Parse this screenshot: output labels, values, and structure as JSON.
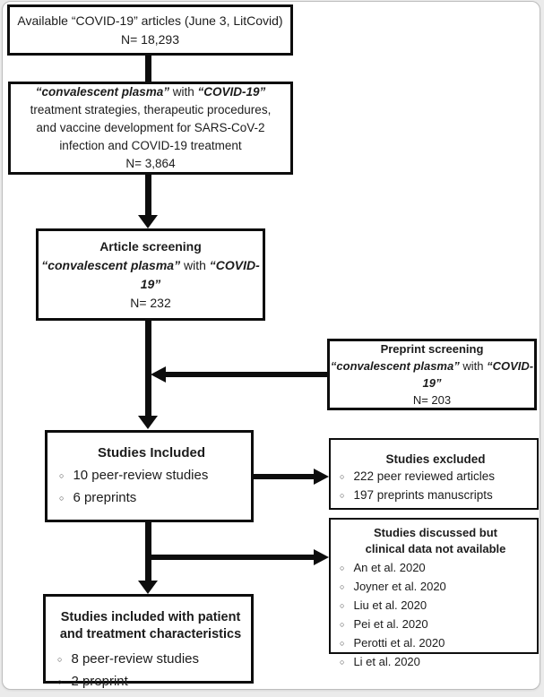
{
  "figure": {
    "type": "flow-diagram",
    "topic": "COVID-19 convalescent plasma study selection"
  },
  "bullet": "○",
  "colors": {
    "box_border": "#0d0d0d",
    "arrow": "#0d0d0d",
    "card_border": "#bdbdbd",
    "page_background": "#ebebeb",
    "text": "#1c1c1c"
  },
  "boxes": {
    "available": {
      "line1": "Available “COVID-19” articles (June 3, LitCovid)",
      "line2": "N= 18,293"
    },
    "keyword_filter": {
      "quoted1": "“convalescent plasma”",
      "connector": " with ",
      "quoted2": "“COVID-19”",
      "body": "treatment strategies, therapeutic procedures, and vaccine development for SARS-CoV-2 infection and COVID-19 treatment",
      "n": "N= 3,864"
    },
    "article_screening": {
      "title": "Article screening",
      "quoted1": "“convalescent plasma”",
      "connector": " with ",
      "quoted2": "“COVID-19”",
      "n": "N= 232"
    },
    "preprint_screening": {
      "title": "Preprint screening",
      "quoted1": "“convalescent plasma”",
      "connector": " with ",
      "quoted2": "“COVID-19”",
      "n": "N= 203"
    },
    "studies_included": {
      "title": "Studies Included",
      "items": [
        "10 peer-review studies",
        "6 preprints"
      ]
    },
    "studies_excluded": {
      "title": "Studies excluded",
      "items": [
        "222 peer reviewed articles",
        "197 preprints manuscripts"
      ]
    },
    "studies_discussed": {
      "title_line1": "Studies discussed but",
      "title_line2": "clinical data not available",
      "items": [
        "An et al. 2020",
        "Joyner et al. 2020",
        "Liu et al. 2020",
        "Pei et al. 2020",
        "Perotti et al. 2020",
        "Li et al. 2020"
      ]
    },
    "studies_final": {
      "title_line1": "Studies included with patient",
      "title_line2": "and treatment characteristics",
      "items": [
        "8 peer-review studies",
        "2 preprint"
      ]
    }
  }
}
